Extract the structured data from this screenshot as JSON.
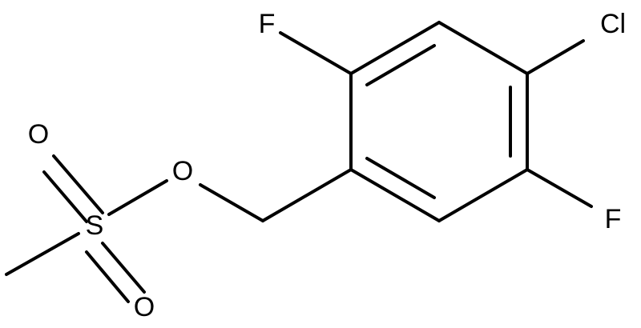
{
  "atoms": {
    "fluorine_top": "F",
    "chlorine": "Cl",
    "fluorine_bottom": "F",
    "ester_oxygen": "O",
    "sulfur": "S",
    "sulfonyl_oxygen_top": "O",
    "sulfonyl_oxygen_bottom": "O"
  }
}
